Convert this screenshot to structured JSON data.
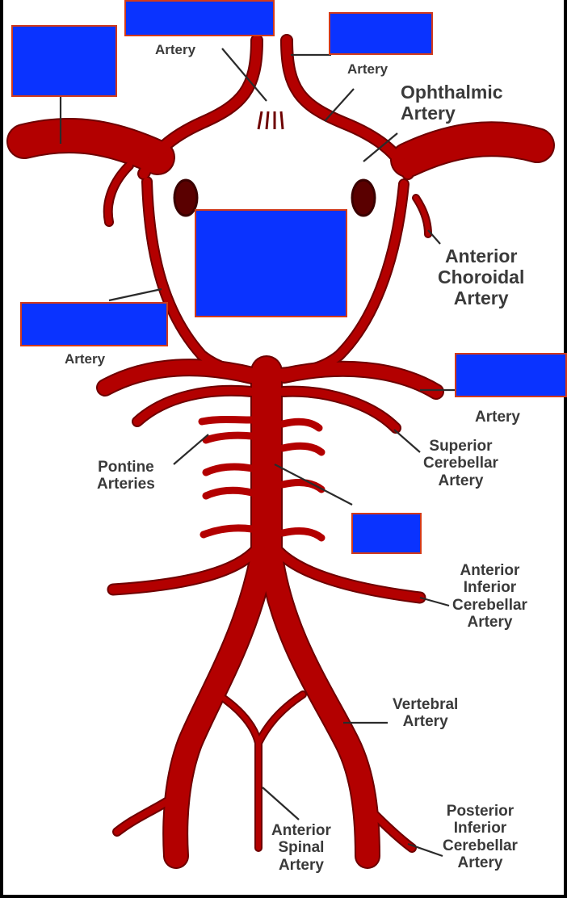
{
  "labels": {
    "artery_top_left": "Artery",
    "artery_top_right": "Artery",
    "ophthalmic": [
      "Ophthalmic",
      "Artery"
    ],
    "anterior_choroidal": [
      "Anterior",
      "Choroidal",
      "Artery"
    ],
    "artery_mid_left": "Artery",
    "artery_mid_right": "Artery",
    "superior_cerebellar": [
      "Superior",
      "Cerebellar",
      "Artery"
    ],
    "pontine": [
      "Pontine",
      "Arteries"
    ],
    "aica": [
      "Anterior",
      "Inferior",
      "Cerebellar",
      "Artery"
    ],
    "vertebral": [
      "Vertebral",
      "Artery"
    ],
    "anterior_spinal": [
      "Anterior",
      "Spinal",
      "Artery"
    ],
    "pica": [
      "Posterior",
      "Inferior",
      "Cerebellar",
      "Artery"
    ]
  },
  "colors": {
    "artery_fill": "#b30000",
    "artery_stroke": "#6e0000",
    "mask_fill": "#0a33ff",
    "mask_border": "#d23a1a",
    "label_text": "#3a3a3a",
    "leader_line": "#2b2b2b"
  }
}
